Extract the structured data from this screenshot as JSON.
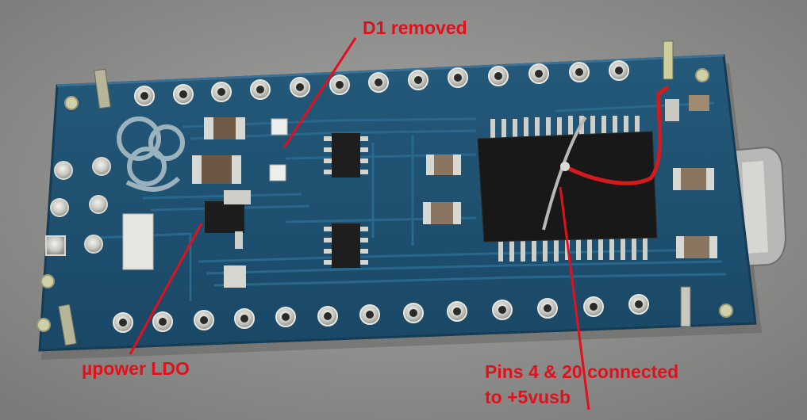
{
  "annotations": {
    "d1_removed": "D1 removed",
    "upower_ldo": "µpower LDO",
    "pins_line1": "Pins 4 & 20 connected",
    "pins_line2": "to +5vusb"
  },
  "colors": {
    "annotation_red": "#e0101c",
    "pcb_blue": "#1d4f6e",
    "background_gray": "#8e8e8c",
    "jumper_wire_red": "#d41a1a"
  },
  "scene_description_icons": [
    "pcb-board",
    "ic-chip",
    "smd-resistor",
    "header-pin",
    "jumper-wire",
    "usb-connector"
  ]
}
